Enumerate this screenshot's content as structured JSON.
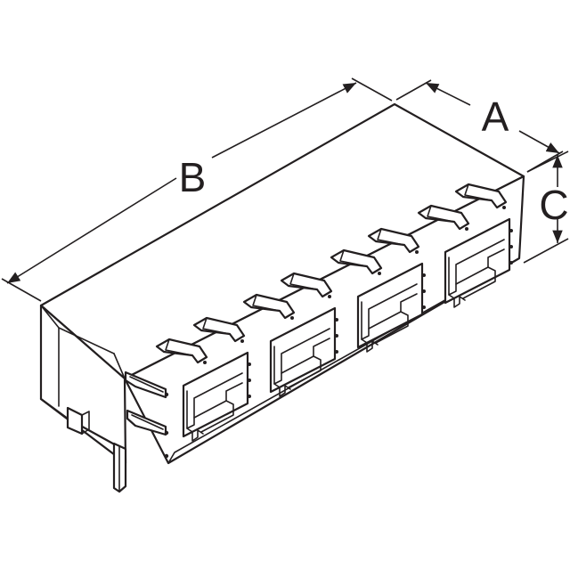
{
  "diagram": {
    "dimension_labels": {
      "a": "A",
      "b": "B",
      "c": "C"
    },
    "port_count": 4
  }
}
